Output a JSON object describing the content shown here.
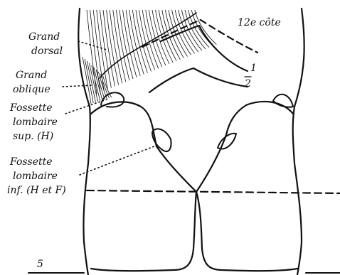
{
  "labels": {
    "grand_dorsal_1": "Grand",
    "grand_dorsal_2": "dorsal",
    "grand_oblique_1": "Grand",
    "grand_oblique_2": "oblique",
    "fossette_sup_1": "Fossette",
    "fossette_sup_2": "lombaire",
    "fossette_sup_3": "sup. (H)",
    "fossette_inf_1": "Fossette",
    "fossette_inf_2": "lombaire",
    "fossette_inf_3": "inf. (H et F)",
    "rib_12": "12e côte",
    "marker_1": "1",
    "marker_2": "2",
    "figure_number": "5"
  },
  "colors": {
    "ink": "#111111",
    "background": "#ffffff"
  }
}
